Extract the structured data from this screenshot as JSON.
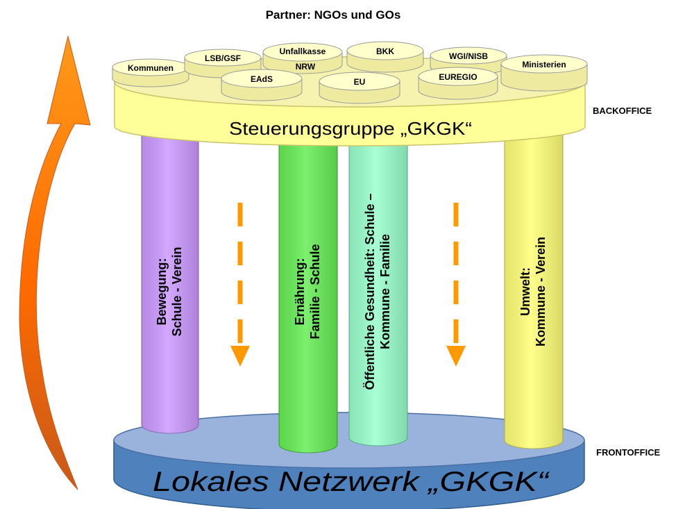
{
  "title": "Partner: NGOs und GOs",
  "partners_back_row": [
    "Kommunen",
    "LSB/GSF",
    "Unfallkasse",
    "BKK",
    "WGI/NISB",
    "Ministerien"
  ],
  "partner_unfallkasse_line2": "NRW",
  "partners_front_row": [
    "EAdS",
    "EU",
    "EUREGIO"
  ],
  "steering_group": "Steuerungsgruppe „GKGK“",
  "backoffice_label": "BACKOFFICE",
  "frontoffice_label": "FRONTOFFICE",
  "local_network": "Lokales Netzwerk „GKGK“",
  "pillars": [
    {
      "line1": "Bewegung:",
      "line2": "Schule - Verein",
      "color": "#cc99ff"
    },
    {
      "line1": "Ernährung:",
      "line2": "Familie - Schule",
      "color": "#66ee55"
    },
    {
      "line1": "Öffentliche Gesundheit: Schule –",
      "line2": "Kommune - Familie",
      "color": "#99ffcc"
    },
    {
      "line1": "Umwelt:",
      "line2": "Kommune - Verein",
      "color": "#ffff77"
    }
  ],
  "colors": {
    "top_disc": "#ffff99",
    "top_disc_side": "#f2f08a",
    "bottom_disc_top": "#99b3dd",
    "bottom_disc_side": "#4f81bd",
    "arrow_orange": "#ff9900",
    "curved_arrow": "#ff6a00"
  }
}
